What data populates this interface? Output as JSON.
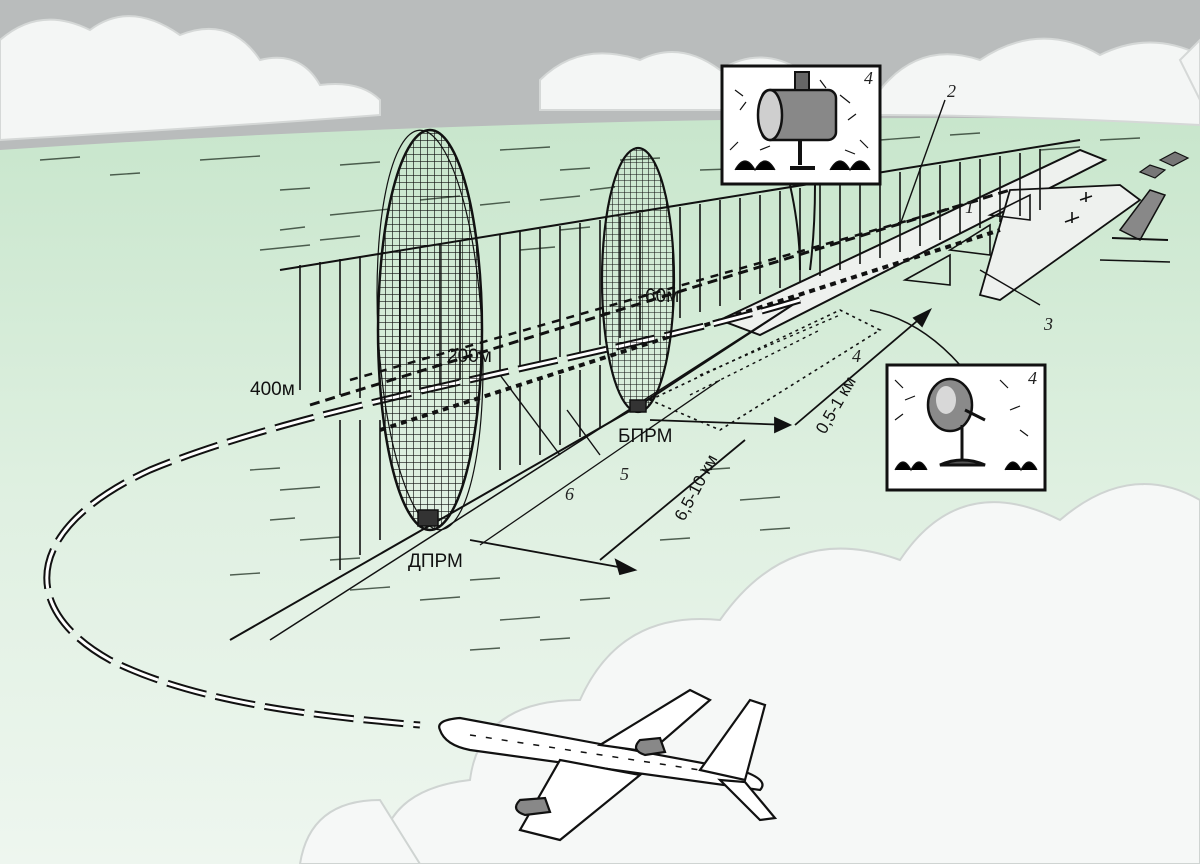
{
  "labels": {
    "dprm": "ДПРМ",
    "bprm": "БПРМ",
    "h400": "400м",
    "h200": "200м",
    "h60": "60м",
    "dist_far": "6,5-10 км",
    "dist_near": "0,5-1 км"
  },
  "callouts": [
    "1",
    "2",
    "3",
    "4",
    "4",
    "4",
    "5",
    "6"
  ],
  "colors": {
    "sky": "#b9bcbc",
    "cloud": "#f4f6f5",
    "ground": "#d7ecd9",
    "ground_dark": "#a9d7b0",
    "line": "#111111"
  },
  "icons": [
    "searchlight-icon",
    "approach-light-icon",
    "airplane-icon",
    "antenna-pattern-icon"
  ]
}
